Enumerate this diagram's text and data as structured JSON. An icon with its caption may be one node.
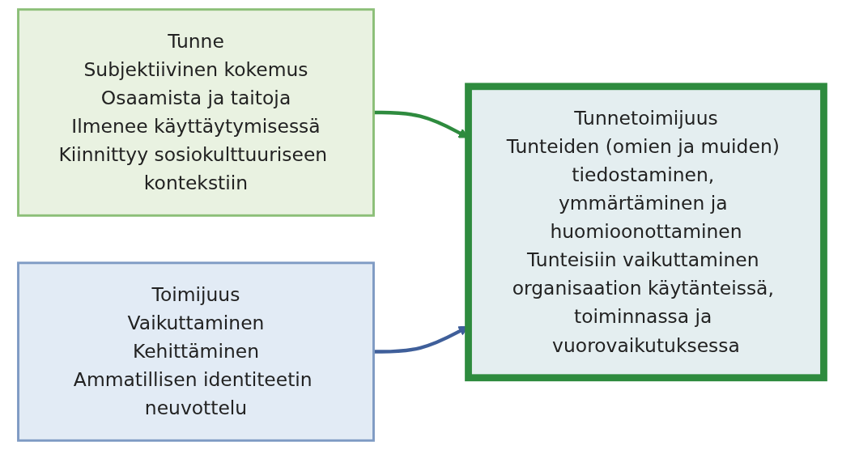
{
  "diagram": {
    "nodes": [
      {
        "text": [
          "Tunne",
          "Subjektiivinen kokemus",
          "Osaamista ja taitoja",
          "Ilmenee käyttäytymisessä",
          "Kiinnittyy sosiokulttuuriseen kontekstiin"
        ]
      },
      {
        "text": [
          "Tunnetoimijuus",
          "Tunteiden (omien ja muiden) tiedostaminen, ymmärtäminen ja huomioonottaminen",
          "Tunteisiin vaikuttaminen organisaation käytänteissä, toiminnassa ja vuorovaikutuksessa"
        ]
      },
      {
        "text": [
          "Toimijuus",
          "Vaikuttaminen",
          "Kehittäminen",
          "Ammatillisen identiteetin neuvottelu"
        ]
      }
    ],
    "edges": [
      {
        "from": 0,
        "to": 1,
        "arrow": "to",
        "color": "#2e8b3e"
      },
      {
        "from": 2,
        "to": 1,
        "arrow": "to",
        "color": "#3f5f9a"
      }
    ]
  }
}
